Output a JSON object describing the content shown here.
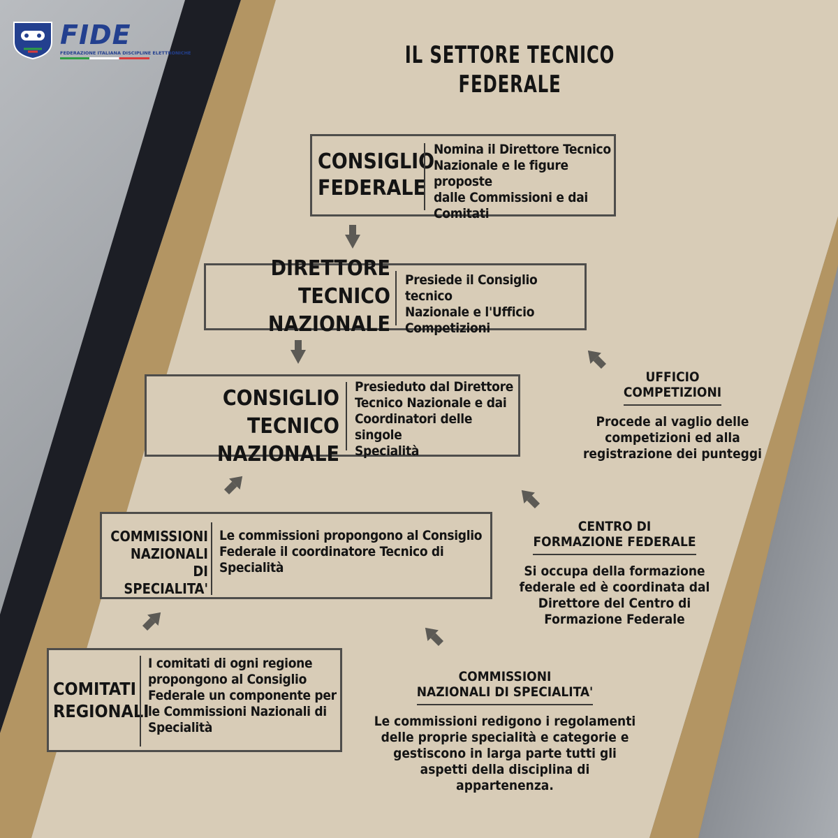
{
  "brand": {
    "name": "FIDE",
    "tagline": "FEDERAZIONE ITALIANA DISCIPLINE ELETTRONICHE"
  },
  "title_lines": [
    "IL SETTORE TECNICO",
    "FEDERALE"
  ],
  "boxes": [
    {
      "title": "CONSIGLIO\nFEDERALE",
      "description": "Nomina il Direttore Tecnico\nNazionale e le figure proposte\ndalle Commissioni e dai\nComitati"
    },
    {
      "title": "DIRETTORE TECNICO\nNAZIONALE",
      "description": "Presiede il Consiglio tecnico\nNazionale e l'Ufficio\nCompetizioni"
    },
    {
      "title": "CONSIGLIO TECNICO\nNAZIONALE",
      "description": "Presieduto dal Direttore\nTecnico Nazionale e dai\nCoordinatori delle singole\nSpecialità"
    },
    {
      "title": "COMMISSIONI\nNAZIONALI\nDI SPECIALITA'",
      "description": "Le commissioni propongono al Consiglio\nFederale il coordinatore Tecnico di\nSpecialità"
    },
    {
      "title": "COMITATI\nREGIONALI",
      "description": "I comitati di ogni regione\npropongono al Consiglio\nFederale un componente per\nle Commissioni Nazionali di\nSpecialità"
    }
  ],
  "side_items": [
    {
      "heading": "UFFICIO\nCOMPETIZIONI",
      "description": "Procede al vaglio delle\ncompetizioni ed alla\nregistrazione dei punteggi"
    },
    {
      "heading": "CENTRO DI\nFORMAZIONE FEDERALE",
      "description": "Si occupa della formazione\nfederale ed è coordinata dal\nDirettore del Centro di\nFormazione Federale"
    },
    {
      "heading": "COMMISSIONI\nNAZIONALI DI SPECIALITA'",
      "description": "Le commissioni redigono i regolamenti\ndelle proprie specialità e categorie e\ngestiscono in larga parte tutti gli\naspetti della disciplina di\nappartenenza."
    }
  ],
  "colors": {
    "panel": "#d8ccb7",
    "gold": "#b39563",
    "dark": "#1c1e25",
    "border": "#4e4d4b",
    "brand_blue": "#23408f"
  }
}
